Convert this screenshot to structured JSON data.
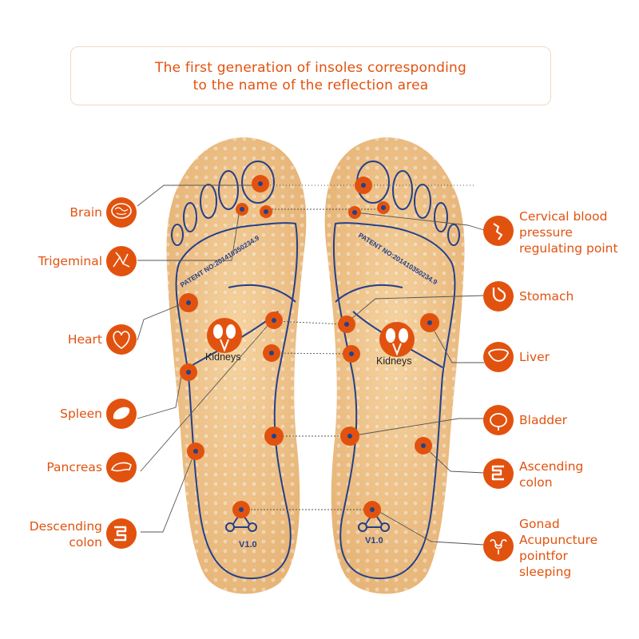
{
  "title": {
    "line1": "The first generation of insoles corresponding",
    "line2": "to the name of the reflection area"
  },
  "insole": {
    "patent": "PATENT NO:201410350234.9",
    "kidneys": "Kidneys",
    "version": "V1.0"
  },
  "labels_left": [
    {
      "text": "Brain",
      "icon": "brain-icon"
    },
    {
      "text": "Trigeminal",
      "icon": "trigeminal-nerve-icon"
    },
    {
      "text": "Heart",
      "icon": "heart-organ-icon"
    },
    {
      "text": "Spleen",
      "icon": "spleen-icon"
    },
    {
      "text": "Pancreas",
      "icon": "pancreas-icon"
    },
    {
      "text": "Descending colon",
      "icon": "descending-colon-icon"
    }
  ],
  "labels_right": [
    {
      "text": "Cervical blood pressure regulating point",
      "icon": "cervical-spine-icon"
    },
    {
      "text": "Stomach",
      "icon": "stomach-icon"
    },
    {
      "text": "Liver",
      "icon": "liver-icon"
    },
    {
      "text": "Bladder",
      "icon": "bladder-icon"
    },
    {
      "text": "Ascending colon",
      "icon": "ascending-colon-icon"
    },
    {
      "text": "Gonad Acupuncture pointfor sleeping",
      "icon": "uterus-icon"
    }
  ],
  "colors": {
    "accent": "#e2520f",
    "insole": "#f0c48a",
    "outline": "#23408a"
  }
}
